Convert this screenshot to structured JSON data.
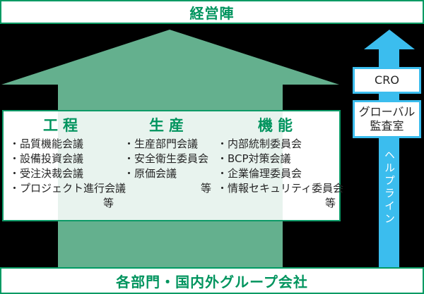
{
  "colors": {
    "background": "#000000",
    "arrow_green": "#64b08e",
    "border_green": "#009a63",
    "text_green": "#00945e",
    "panel_tint_green": "#e8f3ee",
    "arrow_blue": "#3bbdee",
    "text_dark": "#262626",
    "panel_white": "#ffffff"
  },
  "top_banner": {
    "label": "経営陣"
  },
  "bottom_banner": {
    "label": "各部門・国内外グループ会社"
  },
  "columns": [
    {
      "heading": "工程",
      "items": [
        "・品質機能会議",
        "・設備投資会議",
        "・受注決裁会議",
        "・プロジェクト進行会議"
      ],
      "etc": "等"
    },
    {
      "heading": "生産",
      "items": [
        "・生産部門会議",
        "・安全衛生委員会",
        "・原価会議"
      ],
      "etc": "等"
    },
    {
      "heading": "機能",
      "items": [
        "・内部統制委員会",
        "・BCP対策会議",
        "・企業倫理委員会",
        "・情報セキュリティ委員会"
      ],
      "etc": "等"
    }
  ],
  "right_rail": {
    "cro_label": "CRO",
    "audit_line1": "グローバル",
    "audit_line2": "監査室",
    "helpline_label": "ヘルプライン"
  }
}
